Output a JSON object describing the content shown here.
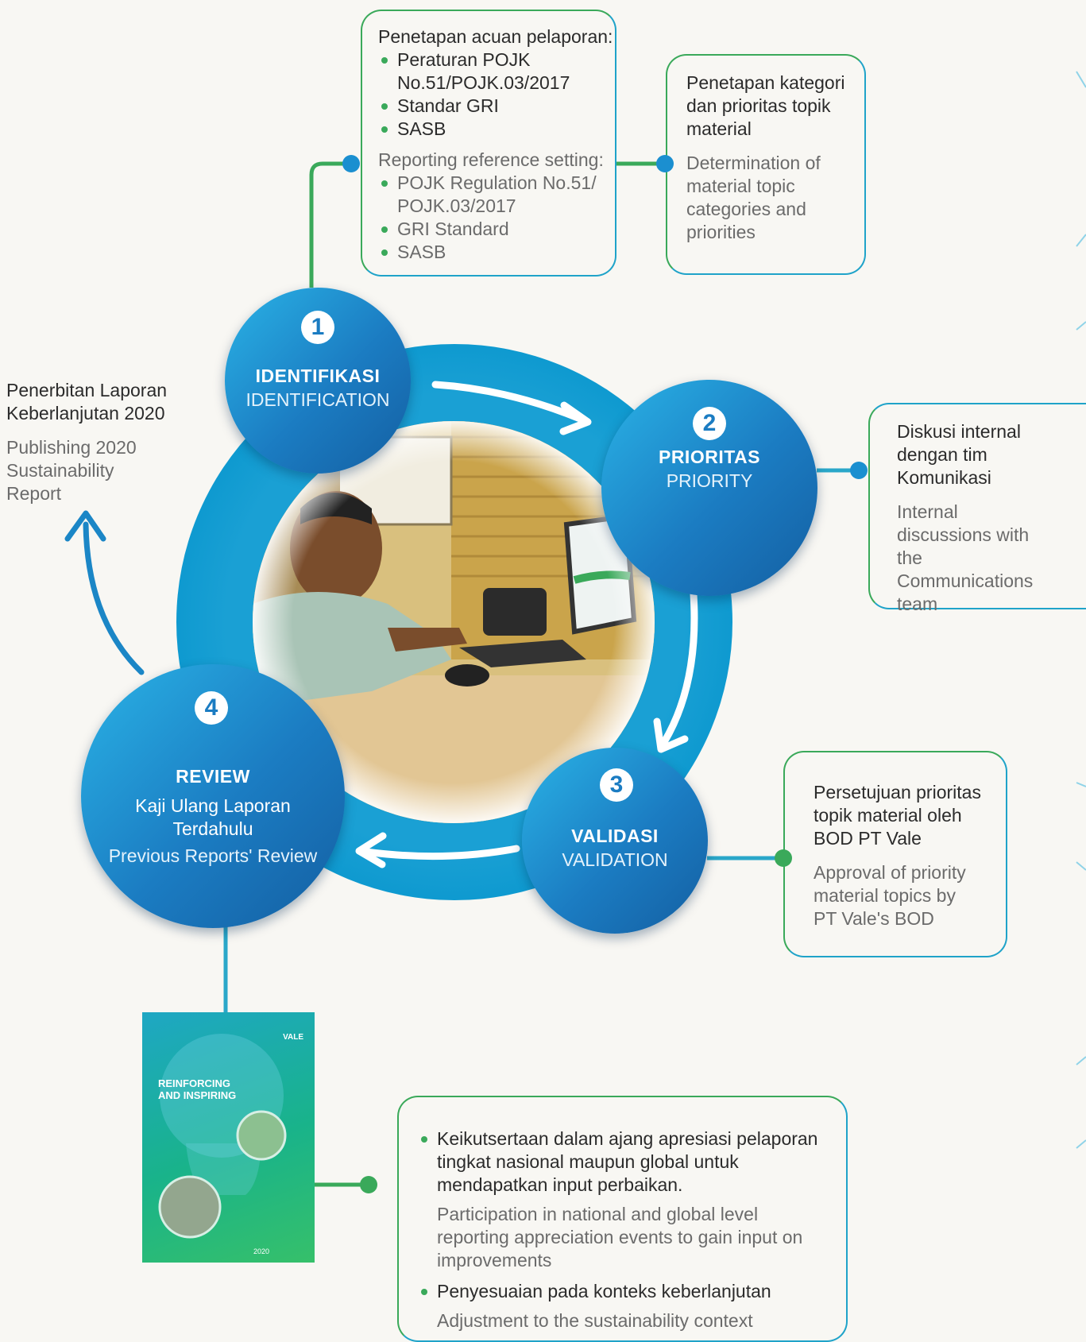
{
  "colors": {
    "green": "#3aa95a",
    "cyan": "#1fa3c9",
    "blue_dark": "#145fa2",
    "blue_light": "#2ab3e6"
  },
  "top_box": {
    "heading": "Penetapan acuan pelaporan:",
    "items_id": [
      "Peraturan POJK No.51/POJK.03/2017",
      "Standar GRI",
      "SASB"
    ],
    "heading_en": "Reporting reference setting:",
    "items_en": [
      "POJK Regulation No.51/ POJK.03/2017",
      "GRI Standard",
      "SASB"
    ]
  },
  "category_box": {
    "id": "Penetapan kategori dan prioritas topik material",
    "en": "Determination of material topic categories and priorities"
  },
  "discussion_box": {
    "id": "Diskusi internal dengan tim Komunikasi",
    "en": "Internal discussions with the Communications team"
  },
  "approval_box": {
    "id": "Persetujuan prioritas topik material oleh BOD PT Vale",
    "en": "Approval of priority material topics by PT Vale's BOD"
  },
  "publish_note": {
    "id": "Penerbitan Laporan Keberlanjutan 2020",
    "en": "Publishing 2020 Sustainability Report"
  },
  "steps": [
    {
      "num": "1",
      "title": "IDENTIFIKASI",
      "sub": "IDENTIFICATION"
    },
    {
      "num": "2",
      "title": "PRIORITAS",
      "sub": "PRIORITY"
    },
    {
      "num": "3",
      "title": "VALIDASI",
      "sub": "VALIDATION"
    },
    {
      "num": "4",
      "title": "REVIEW",
      "sub_id": "Kaji Ulang Laporan Terdahulu",
      "sub": "Previous Reports' Review"
    }
  ],
  "report_cover": {
    "brand": "VALE",
    "title": "REINFORCING AND INSPIRING",
    "year": "2020"
  },
  "review_box": {
    "items": [
      {
        "id": "Keikutsertaan dalam ajang apresiasi pelaporan tingkat nasional maupun global untuk mendapatkan input perbaikan.",
        "en": "Participation in national and global level reporting appreciation events to gain input on improvements"
      },
      {
        "id": "Penyesuaian pada konteks keberlanjutan",
        "en": "Adjustment to the sustainability context"
      }
    ]
  }
}
